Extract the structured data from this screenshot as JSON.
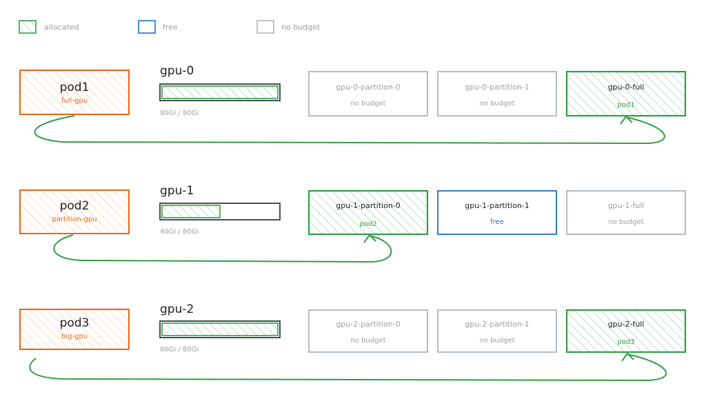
{
  "legend": [
    {
      "kind": "allocated",
      "label": "allocated"
    },
    {
      "kind": "free",
      "label": "free"
    },
    {
      "kind": "nobudget",
      "label": "no budget"
    }
  ],
  "colors": {
    "allocated_stroke": "#2f9e44",
    "allocated_hatch": "#8fd19e",
    "free_stroke": "#1971c2",
    "nobudget_stroke": "#adb5bd",
    "pod_stroke": "#e8650f",
    "pod_hatch": "#fbc8a1",
    "bar_stroke": "#343a40",
    "text_dark": "#1f1f1f",
    "text_muted": "#9aa0a6"
  },
  "rows": [
    {
      "pod": {
        "name": "pod1",
        "profile": "full-gpu"
      },
      "gpu": {
        "name": "gpu-0",
        "usage": "80Gi / 80Gi",
        "fill": 1.0
      },
      "slots": [
        {
          "name": "gpu-0-partition-0",
          "status": "no budget",
          "kind": "nobudget"
        },
        {
          "name": "gpu-0-partition-1",
          "status": "no budget",
          "kind": "nobudget"
        },
        {
          "name": "gpu-0-full",
          "status": "pod1",
          "kind": "allocated"
        }
      ],
      "link_to_slot": 2
    },
    {
      "pod": {
        "name": "pod2",
        "profile": "partition-gpu"
      },
      "gpu": {
        "name": "gpu-1",
        "usage": "40Gi / 80Gi",
        "fill": 0.5
      },
      "slots": [
        {
          "name": "gpu-1-partition-0",
          "status": "pod2",
          "kind": "allocated"
        },
        {
          "name": "gpu-1-partition-1",
          "status": "free",
          "kind": "free"
        },
        {
          "name": "gpu-1-full",
          "status": "no budget",
          "kind": "nobudget"
        }
      ],
      "link_to_slot": 0
    },
    {
      "pod": {
        "name": "pod3",
        "profile": "big-gpu"
      },
      "gpu": {
        "name": "gpu-2",
        "usage": "80Gi / 80Gi",
        "fill": 1.0
      },
      "slots": [
        {
          "name": "gpu-2-partition-0",
          "status": "no budget",
          "kind": "nobudget"
        },
        {
          "name": "gpu-2-partition-1",
          "status": "no budget",
          "kind": "nobudget"
        },
        {
          "name": "gpu-2-full",
          "status": "pod3",
          "kind": "allocated"
        }
      ],
      "link_to_slot": 2
    }
  ]
}
